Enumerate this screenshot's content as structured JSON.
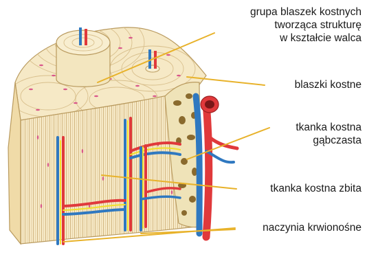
{
  "labels": {
    "group": [
      "grupa blaszek kostnych",
      "tworząca strukturę",
      "w kształcie walca"
    ],
    "lamellae": "blaszki kostne",
    "spongy": [
      "tkanka kostna",
      "gąbczasta"
    ],
    "compact": "tkanka kostna zbita",
    "vessels": "naczynia krwionośne"
  },
  "colors": {
    "leader_line": "#e8b22a",
    "bone_fill": "#f6e9c6",
    "bone_stroke": "#c9a96a",
    "osteocyte": "#d9578a",
    "artery": "#e0393b",
    "vein": "#2f78c0",
    "nerve": "#f2df2a",
    "spongy_fill": "#efe3b8",
    "spongy_cavity": "#8a6a2e"
  }
}
